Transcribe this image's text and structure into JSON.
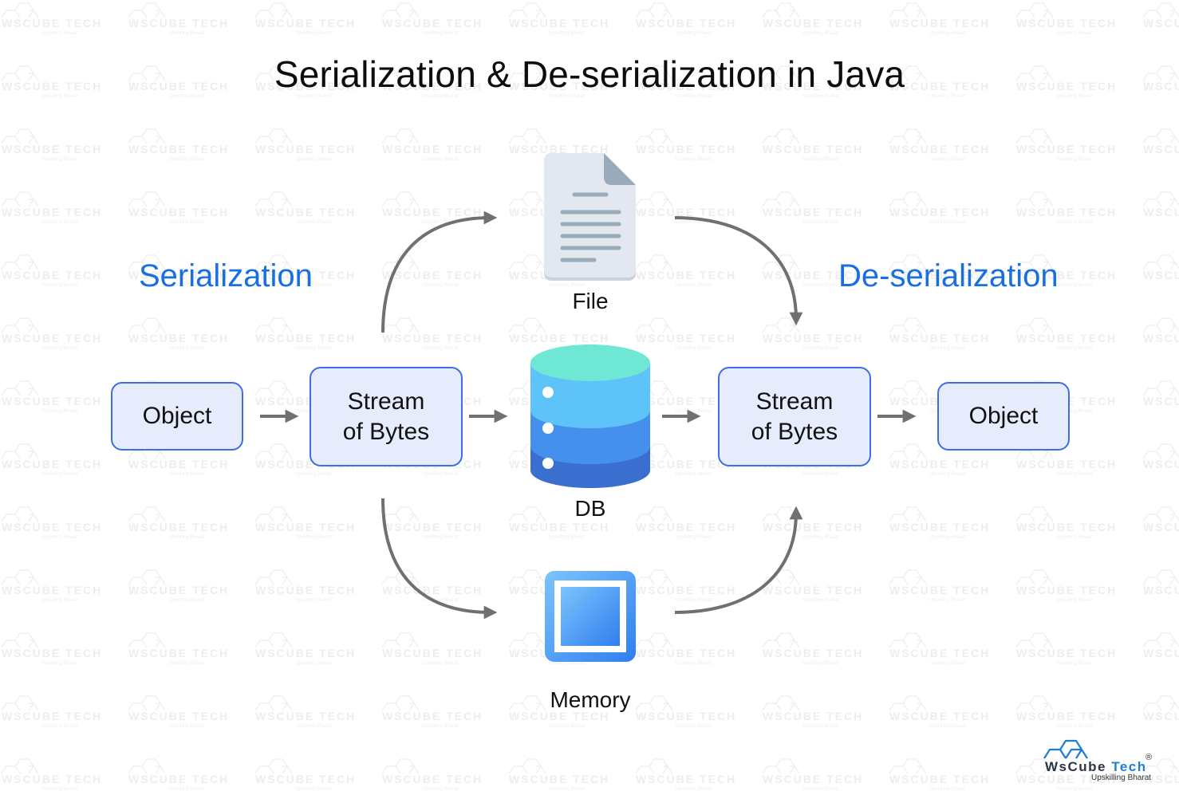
{
  "title": "Serialization & De-serialization in Java",
  "sections": {
    "serialization": "Serialization",
    "deserialization": "De-serialization"
  },
  "nodes": {
    "object_left": "Object",
    "stream_left_line1": "Stream",
    "stream_left_line2": "of Bytes",
    "stream_right_line1": "Stream",
    "stream_right_line2": "of Bytes",
    "object_right": "Object"
  },
  "storage": {
    "file": {
      "label": "File",
      "icon": "file-document-icon"
    },
    "db": {
      "label": "DB",
      "icon": "database-icon"
    },
    "memory": {
      "label": "Memory",
      "icon": "cpu-chip-icon"
    }
  },
  "colors": {
    "accent_blue": "#1a6fe0",
    "box_fill": "#e6ecfb",
    "box_border": "#3d6de8",
    "arrow": "#707070",
    "db_top": "#6ee8d5",
    "db_layer1": "#5ec3f8",
    "db_layer2": "#4490ec",
    "db_layer3": "#3a6fd0"
  },
  "watermark": {
    "brand_prefix": "WsCube",
    "brand_suffix": "Tech",
    "tagline": "Upskilling Bharat"
  },
  "logo": {
    "brand_prefix": "WsCube ",
    "brand_suffix": "Tech",
    "registered": "®",
    "tagline": "Upskilling Bharat"
  }
}
